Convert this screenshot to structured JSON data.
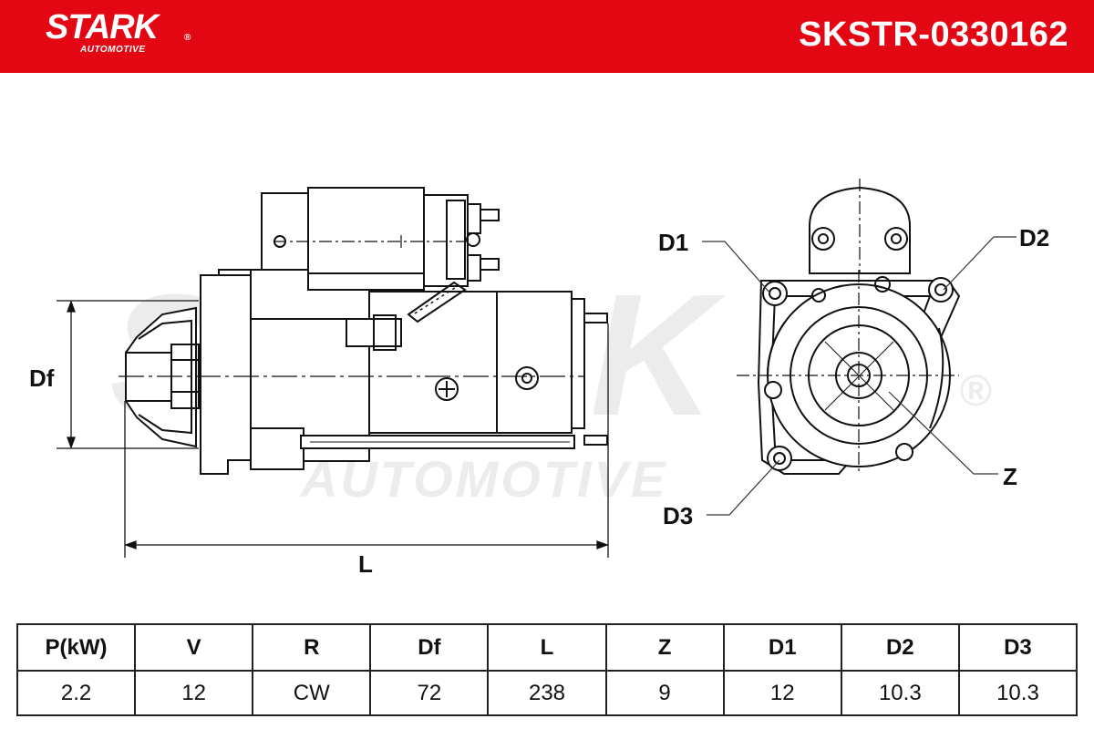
{
  "brand": {
    "name": "STARK",
    "subtitle": "AUTOMOTIVE",
    "registered_mark": "®",
    "header_color": "#e30613"
  },
  "part_number": "SKSTR-0330162",
  "watermark": {
    "main": "STARK",
    "sub": "AUTOMOTIVE",
    "mark": "®"
  },
  "drawing_labels": {
    "df": "Df",
    "l": "L",
    "d1": "D1",
    "d2": "D2",
    "d3": "D3",
    "z": "Z"
  },
  "spec_table": {
    "headers": [
      "P(kW)",
      "V",
      "R",
      "Df",
      "L",
      "Z",
      "D1",
      "D2",
      "D3"
    ],
    "values": [
      "2.2",
      "12",
      "CW",
      "72",
      "238",
      "9",
      "12",
      "10.3",
      "10.3"
    ]
  }
}
